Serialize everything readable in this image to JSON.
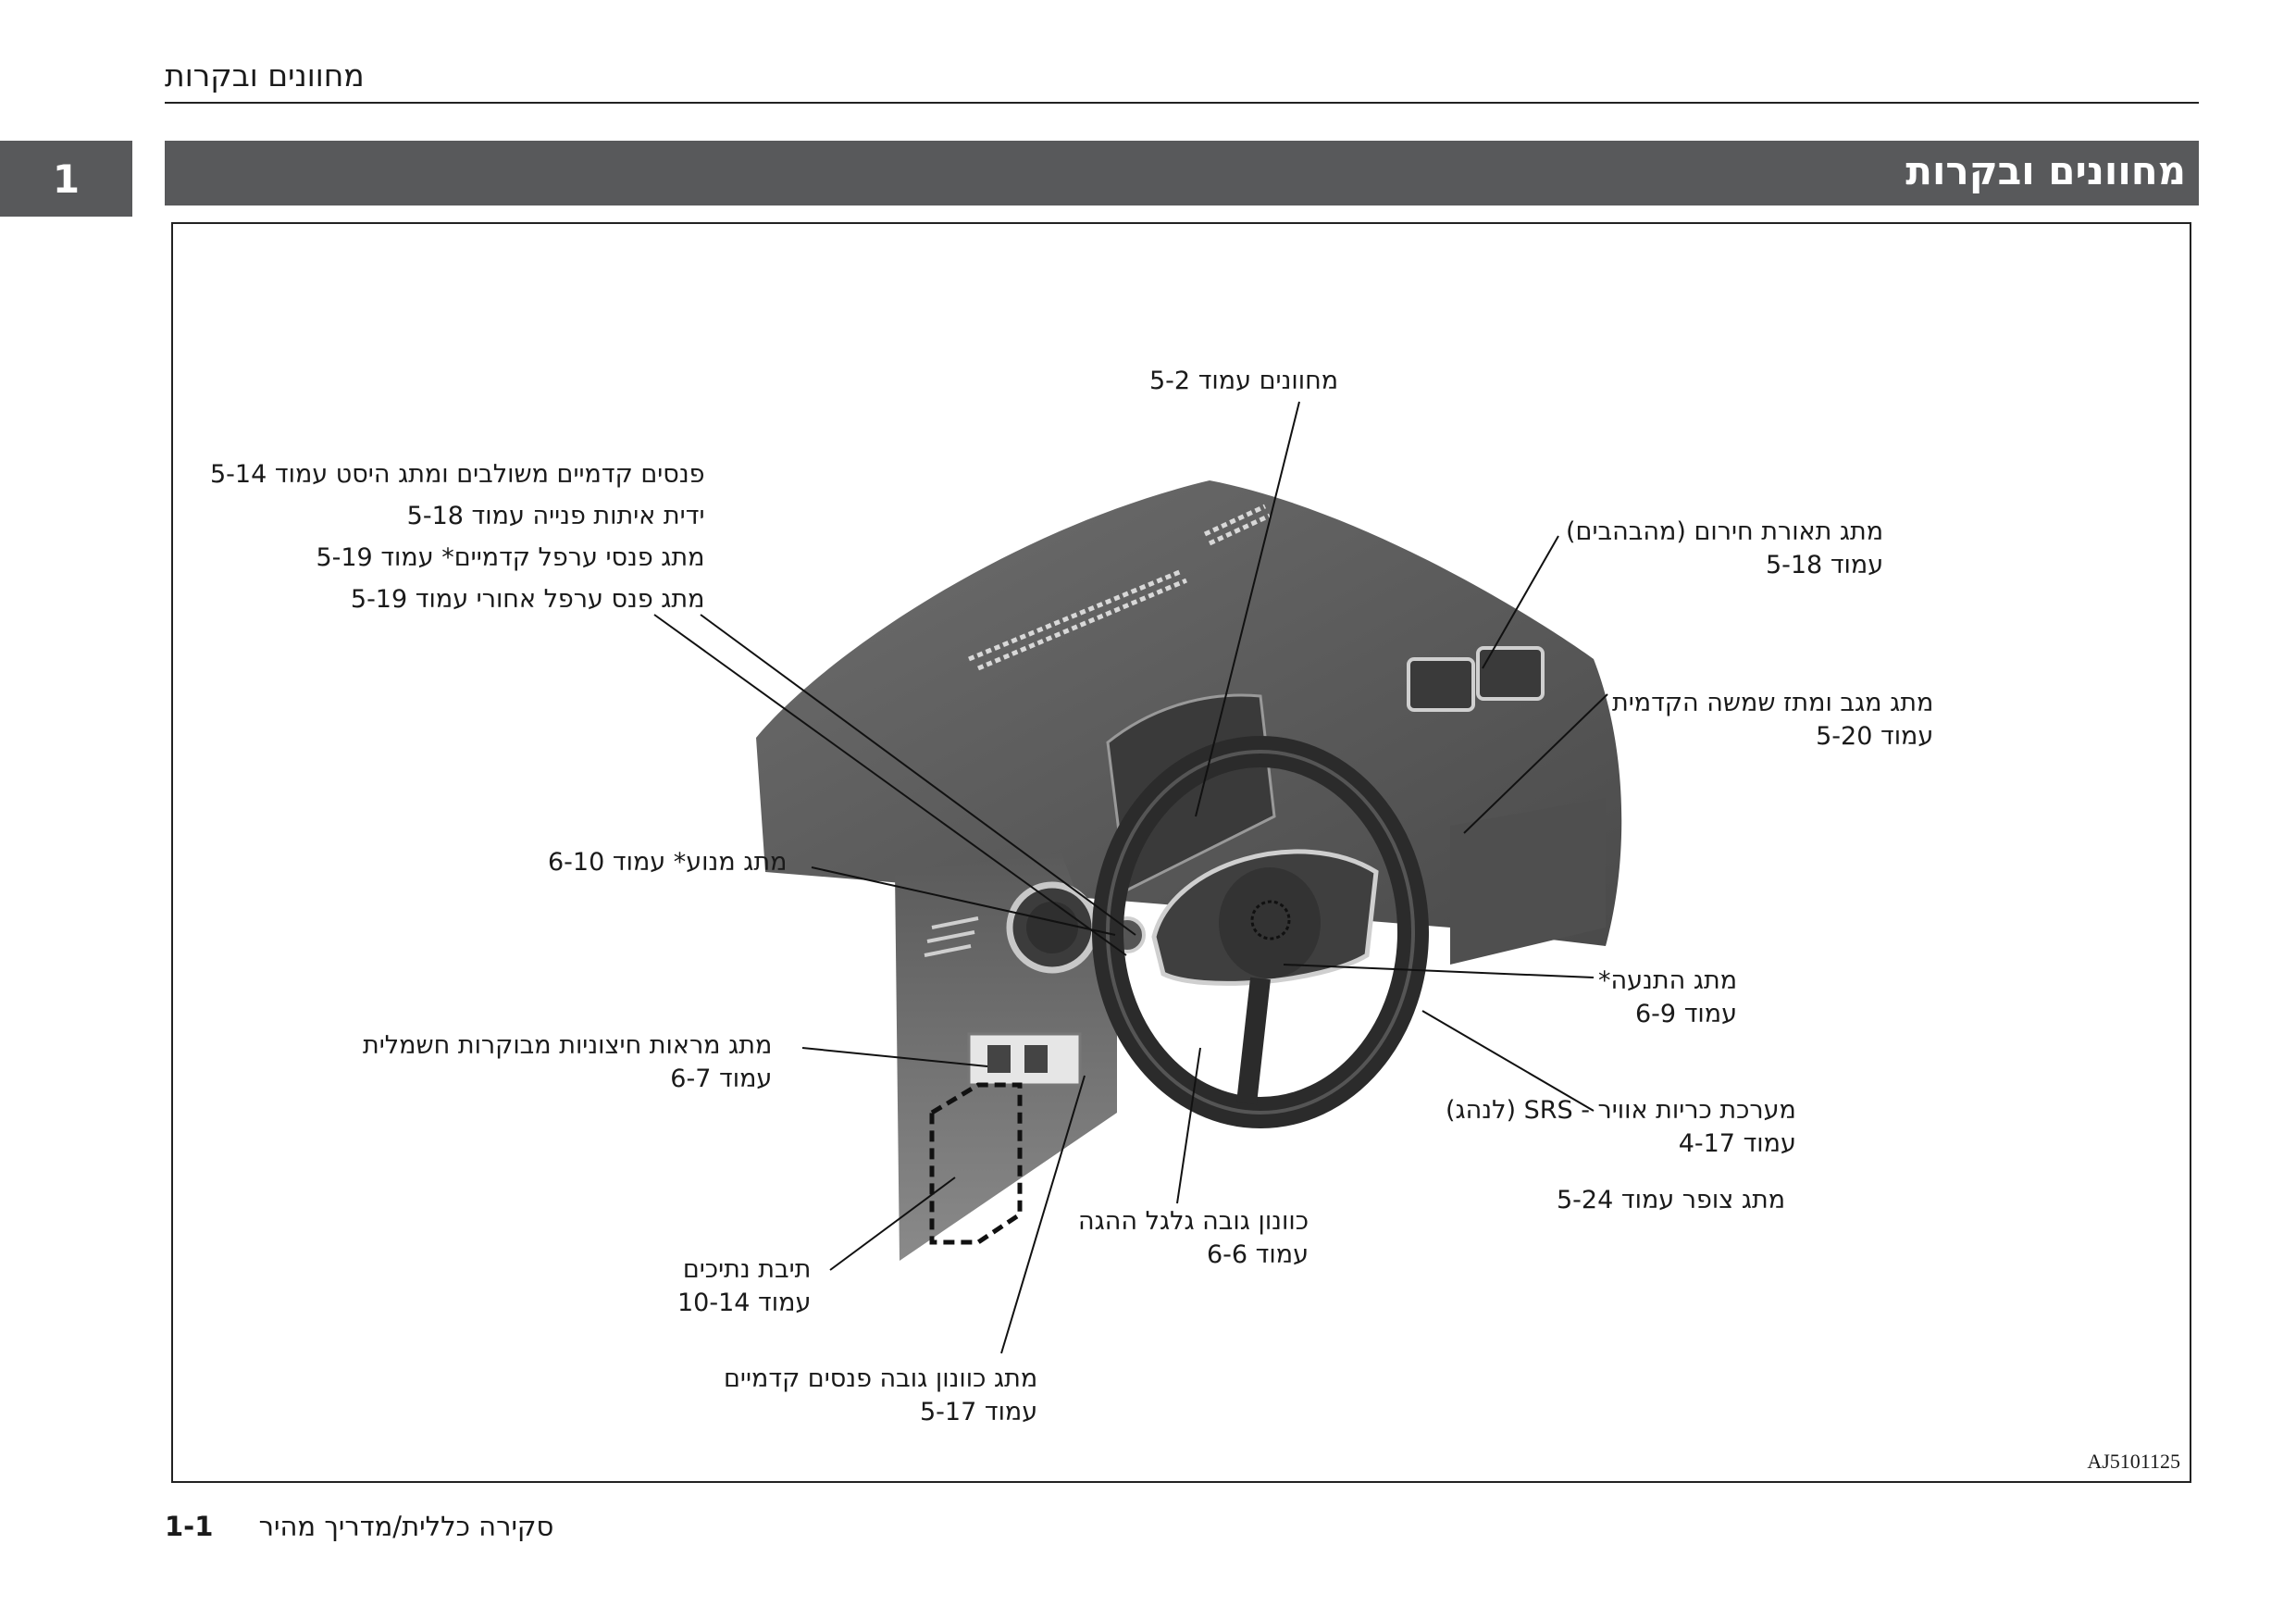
{
  "header": {
    "running_title": "מחוונים ובקרות",
    "chapter_number": "1",
    "section_title": "מחוונים ובקרות"
  },
  "figure": {
    "image_code": "AJ5101125",
    "callouts": {
      "gauges": {
        "line1": "מחוונים עמוד 5-2"
      },
      "left_group": {
        "line1": "פנסים קדמיים משולבים ומתג היסט עמוד 5-14",
        "line2": "ידית איתות פנייה עמוד 5-18",
        "line3": "מתג פנסי ערפל קדמיים* עמוד 5-19",
        "line4": "מתג פנס ערפל אחורי עמוד 5-19"
      },
      "hazard": {
        "line1": "מתג תאורת חירום (מהבהבים)",
        "line2": "עמוד 5-18"
      },
      "wiper": {
        "line1": "מתג מגב ומתז שמשה הקדמית",
        "line2": "עמוד 5-20"
      },
      "engine": {
        "line1": "מתג מנוע* עמוד 6-10"
      },
      "ignition": {
        "line1": "מתג התנעה*",
        "line2": "עמוד 6-9"
      },
      "mirrors": {
        "line1": "מתג מראות חיצוניות מבוקרות חשמלית",
        "line2": "עמוד 6-7"
      },
      "airbag": {
        "line1": "מערכת כריות אוויר - SRS (לנהג)",
        "line2": "עמוד 4-17"
      },
      "horn": {
        "line1": "מתג צופר עמוד 5-24"
      },
      "tilt": {
        "line1": "כוונון גובה גלגל ההגה",
        "line2": "עמוד 6-6"
      },
      "fuse": {
        "line1": "תיבת נתיכים",
        "line2": "עמוד 10-14"
      },
      "leveling": {
        "line1": "מתג כוונון גובה פנסים קדמיים",
        "line2": "עמוד 5-17"
      }
    }
  },
  "footer": {
    "page_number": "1-1",
    "text": "סקירה כללית/מדריך מהיר"
  }
}
